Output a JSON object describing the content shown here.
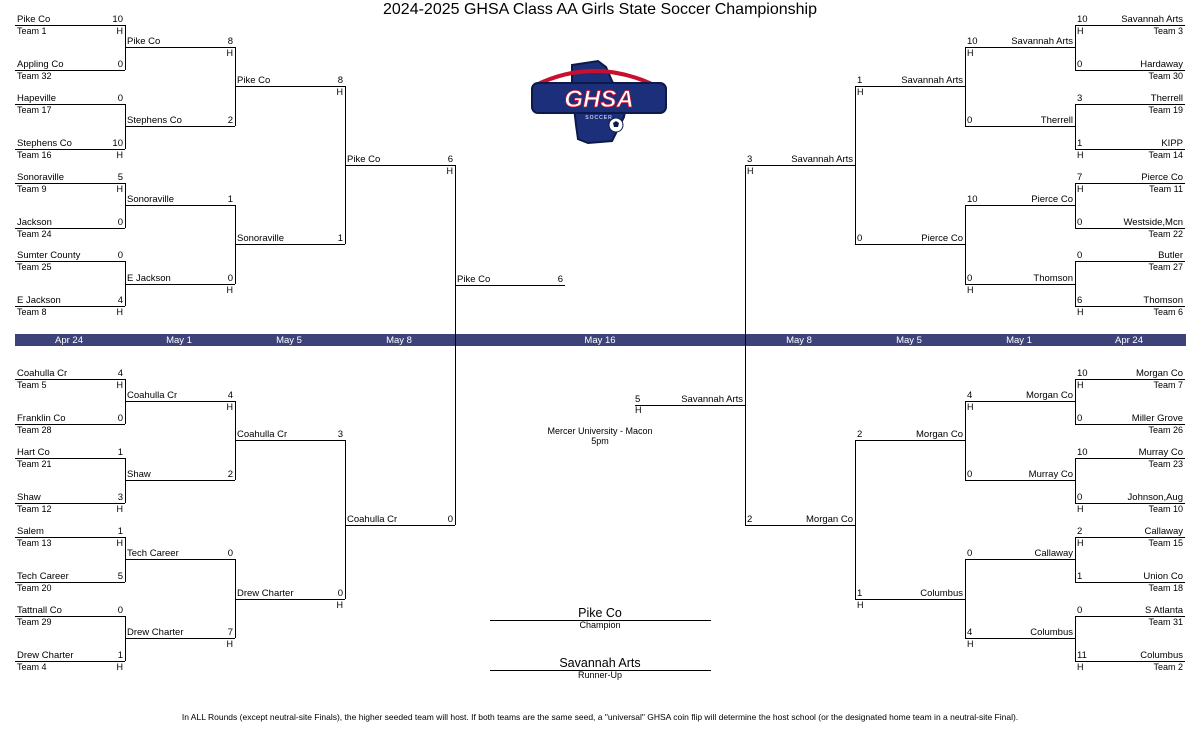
{
  "title": "2024-2025 GHSA Class AA Girls State Soccer Championship",
  "logo": {
    "text": "GHSA",
    "subtext": "SOCCER",
    "colors": {
      "navy": "#1b2f7a",
      "red": "#c8102e",
      "outline": "#0d1a47"
    }
  },
  "date_band": {
    "color": "#3d4279",
    "dates": [
      "Apr 24",
      "May 1",
      "May 5",
      "May 8",
      "May 16",
      "May 8",
      "May 5",
      "May 1",
      "Apr 24"
    ]
  },
  "left_top": {
    "r1": [
      {
        "name": "Pike Co",
        "team": "Team 1",
        "score": "10",
        "host": "H"
      },
      {
        "name": "Appling Co",
        "team": "Team 32",
        "score": "0",
        "host": ""
      },
      {
        "name": "Hapeville",
        "team": "Team 17",
        "score": "0",
        "host": ""
      },
      {
        "name": "Stephens Co",
        "team": "Team 16",
        "score": "10",
        "host": "H"
      },
      {
        "name": "Sonoraville",
        "team": "Team 9",
        "score": "5",
        "host": "H"
      },
      {
        "name": "Jackson",
        "team": "Team 24",
        "score": "0",
        "host": ""
      },
      {
        "name": "Sumter County",
        "team": "Team 25",
        "score": "0",
        "host": ""
      },
      {
        "name": "E Jackson",
        "team": "Team 8",
        "score": "4",
        "host": "H"
      }
    ],
    "r2": [
      {
        "name": "Pike Co",
        "score": "8",
        "host": "H"
      },
      {
        "name": "Stephens Co",
        "score": "2",
        "host": ""
      },
      {
        "name": "Sonoraville",
        "score": "1",
        "host": ""
      },
      {
        "name": "E Jackson",
        "score": "0",
        "host": "H"
      }
    ],
    "r3": [
      {
        "name": "Pike Co",
        "score": "8",
        "host": "H"
      },
      {
        "name": "Sonoraville",
        "score": "1",
        "host": ""
      }
    ],
    "r4": [
      {
        "name": "Pike Co",
        "score": "6",
        "host": "H"
      }
    ]
  },
  "left_bottom": {
    "r1": [
      {
        "name": "Coahulla Cr",
        "team": "Team 5",
        "score": "4",
        "host": "H"
      },
      {
        "name": "Franklin Co",
        "team": "Team 28",
        "score": "0",
        "host": ""
      },
      {
        "name": "Hart Co",
        "team": "Team 21",
        "score": "1",
        "host": ""
      },
      {
        "name": "Shaw",
        "team": "Team 12",
        "score": "3",
        "host": "H"
      },
      {
        "name": "Salem",
        "team": "Team 13",
        "score": "1",
        "host": "H"
      },
      {
        "name": "Tech Career",
        "team": "Team 20",
        "score": "5",
        "host": ""
      },
      {
        "name": "Tattnall Co",
        "team": "Team 29",
        "score": "0",
        "host": ""
      },
      {
        "name": "Drew Charter",
        "team": "Team 4",
        "score": "1",
        "host": "H"
      }
    ],
    "r2": [
      {
        "name": "Coahulla Cr",
        "score": "4",
        "host": "H"
      },
      {
        "name": "Shaw",
        "score": "2",
        "host": ""
      },
      {
        "name": "Tech Career",
        "score": "0",
        "host": ""
      },
      {
        "name": "Drew Charter",
        "score": "7",
        "host": "H"
      }
    ],
    "r3": [
      {
        "name": "Coahulla Cr",
        "score": "3",
        "host": ""
      },
      {
        "name": "Drew Charter",
        "score": "0",
        "host": "H"
      }
    ],
    "r4": [
      {
        "name": "Coahulla Cr",
        "score": "0",
        "host": ""
      }
    ]
  },
  "right_top": {
    "r1": [
      {
        "name": "Savannah Arts",
        "team": "Team 3",
        "score": "10",
        "host": "H"
      },
      {
        "name": "Hardaway",
        "team": "Team 30",
        "score": "0",
        "host": ""
      },
      {
        "name": "Therrell",
        "team": "Team 19",
        "score": "3",
        "host": ""
      },
      {
        "name": "KIPP",
        "team": "Team 14",
        "score": "1",
        "host": "H"
      },
      {
        "name": "Pierce Co",
        "team": "Team 11",
        "score": "7",
        "host": "H"
      },
      {
        "name": "Westside,Mcn",
        "team": "Team 22",
        "score": "0",
        "host": ""
      },
      {
        "name": "Butler",
        "team": "Team 27",
        "score": "0",
        "host": ""
      },
      {
        "name": "Thomson",
        "team": "Team 6",
        "score": "6",
        "host": "H"
      }
    ],
    "r2": [
      {
        "name": "Savannah Arts",
        "score": "10",
        "host": "H"
      },
      {
        "name": "Therrell",
        "score": "0",
        "host": ""
      },
      {
        "name": "Pierce Co",
        "score": "10",
        "host": ""
      },
      {
        "name": "Thomson",
        "score": "0",
        "host": "H"
      }
    ],
    "r3": [
      {
        "name": "Savannah Arts",
        "score": "1",
        "host": "H"
      },
      {
        "name": "Pierce Co",
        "score": "0",
        "host": ""
      }
    ],
    "r4": [
      {
        "name": "Savannah Arts",
        "score": "3",
        "host": "H"
      }
    ]
  },
  "right_bottom": {
    "r1": [
      {
        "name": "Morgan Co",
        "team": "Team 7",
        "score": "10",
        "host": "H"
      },
      {
        "name": "Miller Grove",
        "team": "Team 26",
        "score": "0",
        "host": ""
      },
      {
        "name": "Murray Co",
        "team": "Team 23",
        "score": "10",
        "host": ""
      },
      {
        "name": "Johnson,Aug",
        "team": "Team 10",
        "score": "0",
        "host": "H"
      },
      {
        "name": "Callaway",
        "team": "Team 15",
        "score": "2",
        "host": "H"
      },
      {
        "name": "Union Co",
        "team": "Team 18",
        "score": "1",
        "host": ""
      },
      {
        "name": "S Atlanta",
        "team": "Team 31",
        "score": "0",
        "host": ""
      },
      {
        "name": "Columbus",
        "team": "Team 2",
        "score": "11",
        "host": "H"
      }
    ],
    "r2": [
      {
        "name": "Morgan Co",
        "score": "4",
        "host": "H"
      },
      {
        "name": "Murray Co",
        "score": "0",
        "host": ""
      },
      {
        "name": "Callaway",
        "score": "0",
        "host": ""
      },
      {
        "name": "Columbus",
        "score": "4",
        "host": "H"
      }
    ],
    "r3": [
      {
        "name": "Morgan Co",
        "score": "2",
        "host": ""
      },
      {
        "name": "Columbus",
        "score": "1",
        "host": "H"
      }
    ],
    "r4": [
      {
        "name": "Morgan Co",
        "score": "2",
        "host": ""
      }
    ]
  },
  "semifinal_left": {
    "name": "Pike Co",
    "score": "6"
  },
  "semifinal_right": {
    "name": "Savannah Arts",
    "score": "5",
    "host": "H"
  },
  "venue": {
    "line1": "Mercer University - Macon",
    "line2": "5pm"
  },
  "champion": {
    "name": "Pike Co",
    "label": "Champion"
  },
  "runner_up": {
    "name": "Savannah Arts",
    "label": "Runner-Up"
  },
  "footnote": "In ALL Rounds (except neutral-site Finals), the higher seeded team will host. If both teams are the same seed, a \"universal\" GHSA coin flip will determine the host school (or the designated home team in a neutral-site Final)."
}
